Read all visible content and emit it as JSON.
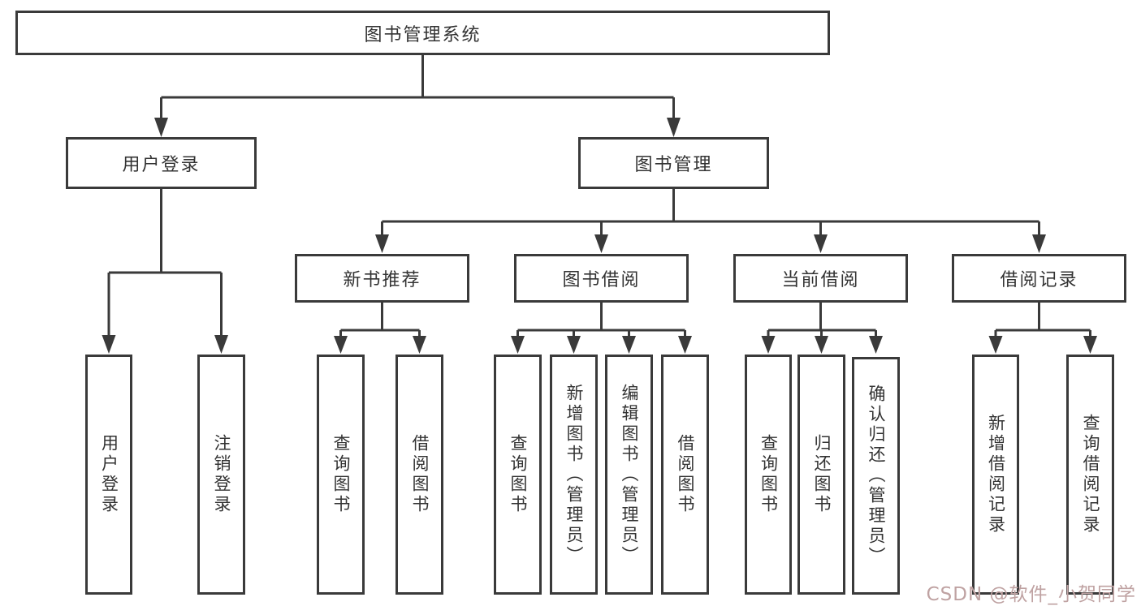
{
  "diagram": {
    "root": {
      "label": "图书管理系统"
    },
    "level2": {
      "user_login": {
        "label": "用户登录"
      },
      "book_mgmt": {
        "label": "图书管理"
      }
    },
    "level3": {
      "new_books": {
        "label": "新书推荐"
      },
      "borrowing": {
        "label": "图书借阅"
      },
      "current_loans": {
        "label": "当前借阅"
      },
      "loan_records": {
        "label": "借阅记录"
      }
    },
    "leaves": {
      "user_login": [
        "用户登录",
        "注销登录"
      ],
      "new_books": [
        "查询图书",
        "借阅图书"
      ],
      "borrowing": [
        "查询图书",
        "新增图书（管理员）",
        "编辑图书（管理员）",
        "借阅图书"
      ],
      "current_loans": [
        "查询图书",
        "归还图书",
        "确认归还（管理员）"
      ],
      "loan_records": [
        "新增借阅记录",
        "查询借阅记录"
      ]
    },
    "colors": {
      "line": "#3a3a3a",
      "text": "#333333",
      "watermark": "#bfa2a2",
      "background": "#ffffff"
    }
  },
  "watermark": {
    "text": "CSDN @软件_小贺同学"
  }
}
